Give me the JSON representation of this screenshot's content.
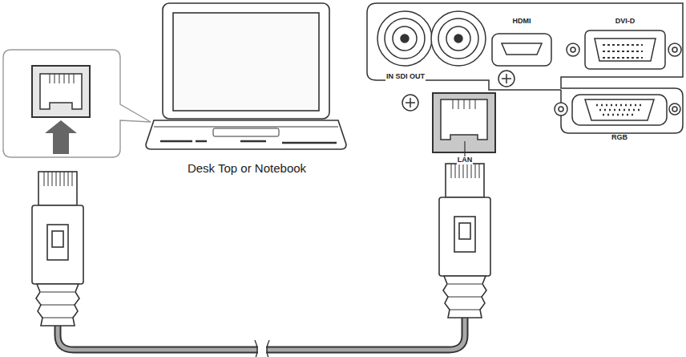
{
  "diagram": {
    "labels": [
      "HDMI",
      "DVI-D",
      "IN SDI OUT",
      "LAN",
      "RGB",
      "Desk Top or Notebook"
    ]
  }
}
